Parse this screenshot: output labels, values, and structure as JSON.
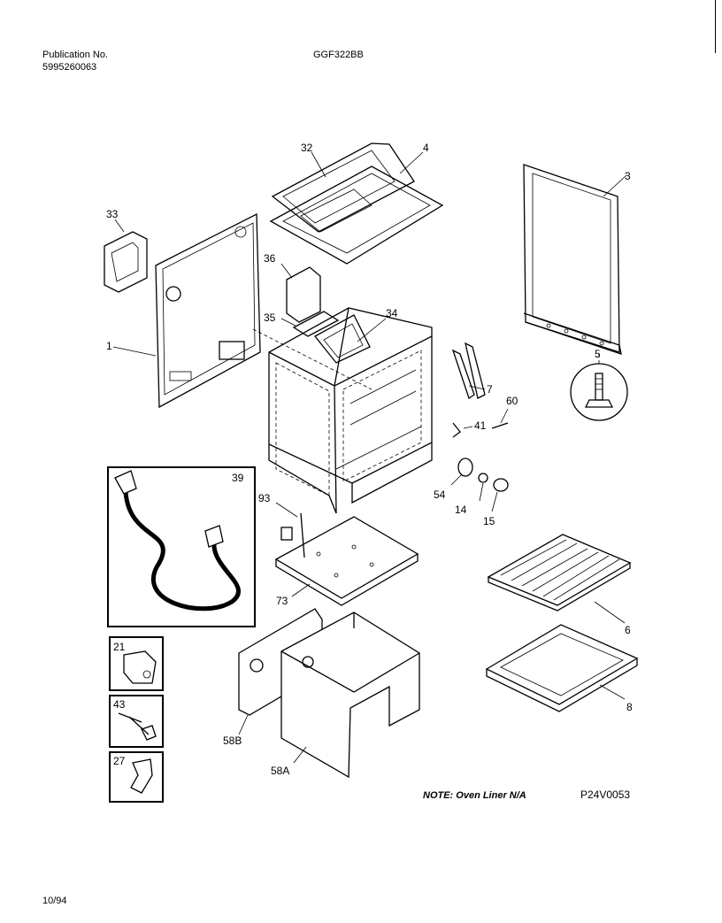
{
  "header": {
    "publication_label": "Publication No.",
    "publication_number": "5995260063",
    "model": "GGF322BB"
  },
  "callouts": {
    "p1": "1",
    "p3": "3",
    "p4": "4",
    "p5": "5",
    "p6": "6",
    "p7": "7",
    "p8": "8",
    "p14": "14",
    "p15": "15",
    "p21": "21",
    "p27": "27",
    "p32": "32",
    "p33": "33",
    "p34": "34",
    "p35": "35",
    "p36": "36",
    "p39": "39",
    "p41": "41",
    "p43": "43",
    "p54": "54",
    "p58a": "58A",
    "p58b": "58B",
    "p60": "60",
    "p73": "73",
    "p93": "93"
  },
  "footer": {
    "note": "NOTE: Oven Liner N/A",
    "figure_code": "P24V0053",
    "date": "10/94"
  }
}
